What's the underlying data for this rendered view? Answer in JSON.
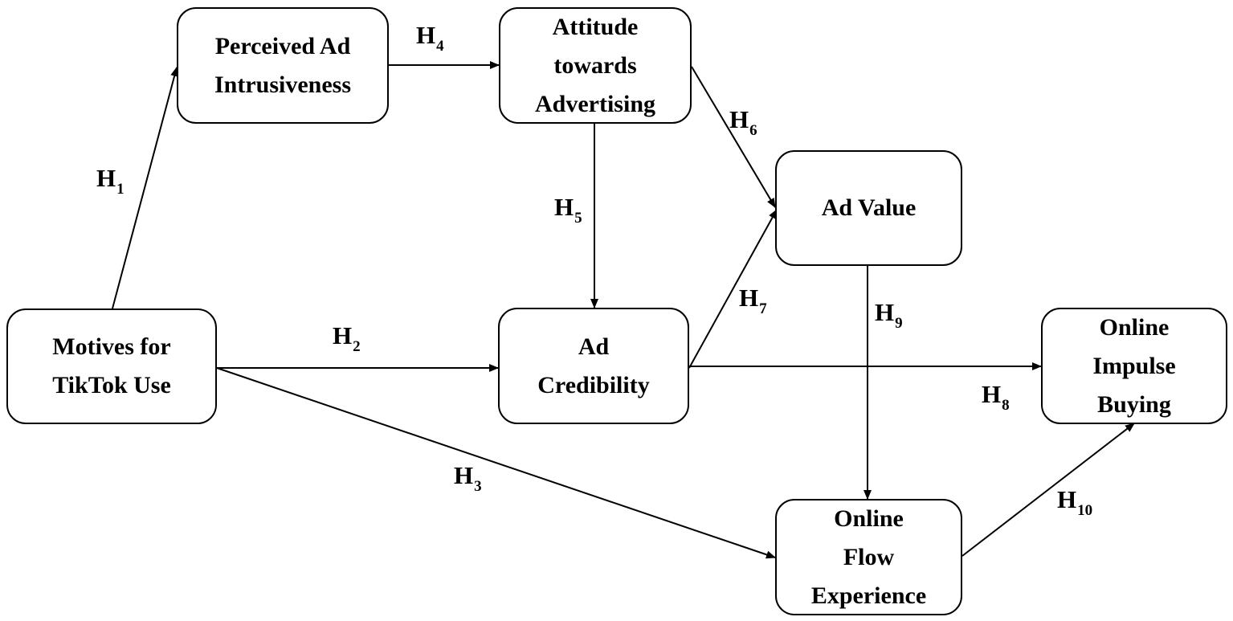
{
  "diagram": {
    "nodes": {
      "motives": "Motives for\nTikTok Use",
      "intrusiveness": "Perceived Ad\nIntrusiveness",
      "attitude": "Attitude\ntowards\nAdvertising",
      "ad_value": "Ad Value",
      "credibility": "Ad\nCredibility",
      "impulse": "Online\nImpulse\nBuying",
      "flow": "Online\nFlow\nExperience"
    },
    "edges": [
      {
        "from": "motives",
        "to": "intrusiveness",
        "prefix": "H",
        "num": "1"
      },
      {
        "from": "motives",
        "to": "credibility",
        "prefix": "H",
        "num": "2"
      },
      {
        "from": "motives",
        "to": "flow",
        "prefix": "H",
        "num": "3"
      },
      {
        "from": "intrusiveness",
        "to": "attitude",
        "prefix": "H",
        "num": "4"
      },
      {
        "from": "attitude",
        "to": "credibility",
        "prefix": "H",
        "num": "5"
      },
      {
        "from": "attitude",
        "to": "ad_value",
        "prefix": "H",
        "num": "6"
      },
      {
        "from": "credibility",
        "to": "ad_value",
        "prefix": "H",
        "num": "7"
      },
      {
        "from": "credibility",
        "to": "impulse",
        "prefix": "H",
        "num": "8"
      },
      {
        "from": "ad_value",
        "to": "flow",
        "prefix": "H",
        "num": "9"
      },
      {
        "from": "flow",
        "to": "impulse",
        "prefix": "H",
        "num": "10"
      }
    ]
  }
}
